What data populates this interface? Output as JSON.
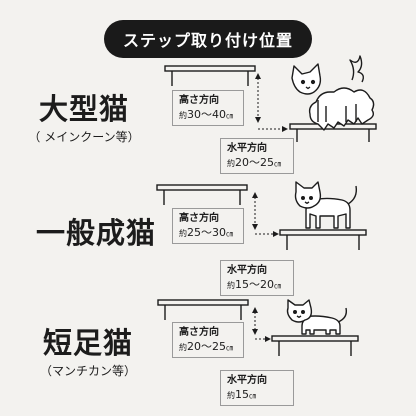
{
  "title": "ステップ取り付け位置",
  "sections": [
    {
      "name": "大型猫",
      "note": "（ メインクーン等）",
      "vertical": {
        "heading": "高さ方向",
        "prefix": "約",
        "range": "30〜40",
        "unit": "㎝"
      },
      "horizontal": {
        "heading": "水平方向",
        "prefix": "約",
        "range": "20〜25",
        "unit": "㎝"
      }
    },
    {
      "name": "一般成猫",
      "note": "",
      "vertical": {
        "heading": "高さ方向",
        "prefix": "約",
        "range": "25〜30",
        "unit": "㎝"
      },
      "horizontal": {
        "heading": "水平方向",
        "prefix": "約",
        "range": "15〜20",
        "unit": "㎝"
      }
    },
    {
      "name": "短足猫",
      "note": "（マンチカン等）",
      "vertical": {
        "heading": "高さ方向",
        "prefix": "約",
        "range": "20〜25",
        "unit": "㎝"
      },
      "horizontal": {
        "heading": "水平方向",
        "prefix": "約",
        "range": "15",
        "unit": "㎝"
      }
    }
  ],
  "colors": {
    "background": "#f3f2ef",
    "ink": "#1c1c1c",
    "pill": "#1a1a1a"
  }
}
